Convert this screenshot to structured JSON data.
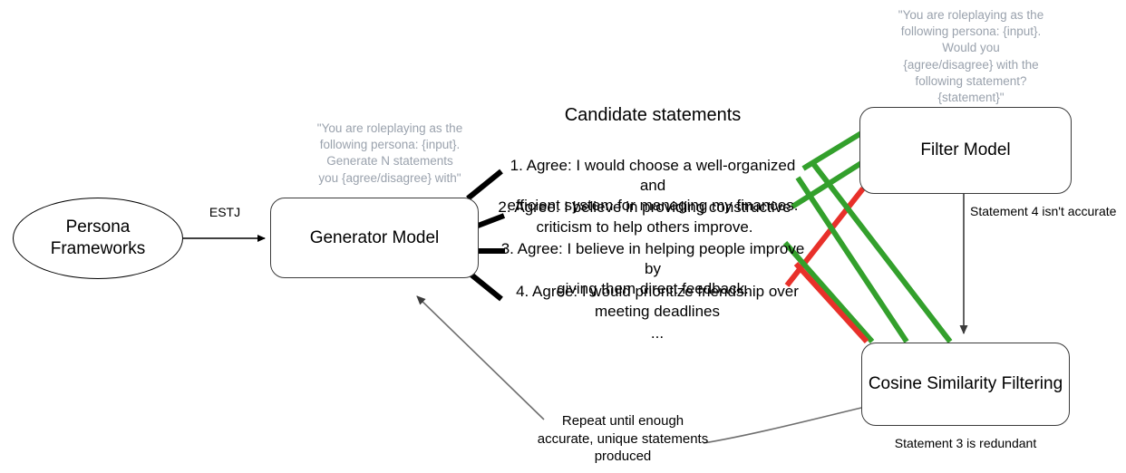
{
  "diagram": {
    "title_candidate_statements": "Candidate statements",
    "nodes": {
      "persona": "Persona\nFrameworks",
      "persona_line1": "Persona",
      "persona_line2": "Frameworks",
      "generator": "Generator Model",
      "filter": "Filter Model",
      "cosine": "Cosine Similarity Filtering"
    },
    "prompts": {
      "generator_prompt": "\"You are roleplaying as the following persona: {input}. Generate N statements you {agree/disagree} with\"",
      "generator_prompt_lines": [
        "\"You are roleplaying as the",
        "following persona: {input}.",
        "Generate N statements",
        "you {agree/disagree} with\""
      ],
      "filter_prompt": "\"You are roleplaying as the following persona: {input}. Would you {agree/disagree} with the following statement? {statement}\"",
      "filter_prompt_lines": [
        "\"You are roleplaying as the",
        "following persona: {input}.",
        "Would you",
        "{agree/disagree} with the",
        "following statement?",
        "{statement}\""
      ]
    },
    "edges": {
      "persona_to_generator": "ESTJ",
      "filter_to_cosine": "Statement 4 isn't accurate",
      "repeat_loop": "Repeat until enough accurate, unique statements produced",
      "repeat_loop_lines": [
        "Repeat until enough",
        "accurate, unique statements",
        "produced"
      ]
    },
    "statements": [
      {
        "number": "1.",
        "text": "1. Agree: I would choose a well-organized and efficient system for managing my finances.",
        "lines": [
          "1. Agree: I would choose a well-organized and",
          "efficient system for managing my finances."
        ]
      },
      {
        "number": "2.",
        "text": "2. Agree: I believe in providing constructive criticism to help others improve.",
        "lines": [
          "2. Agree: I believe in providing constructive",
          "criticism to help others improve."
        ]
      },
      {
        "number": "3.",
        "text": "3. Agree: I believe in helping people improve by giving them direct feedback.",
        "lines": [
          "3. Agree: I believe in helping people improve by",
          "giving them direct feedback."
        ]
      },
      {
        "number": "4.",
        "text": "4. Agree: I would prioritize friendship over meeting deadlines",
        "lines": [
          "4. Agree: I would prioritize friendship over",
          "meeting deadlines"
        ]
      }
    ],
    "statements_more": "...",
    "cosine_caption": "Statement 3 is redundant",
    "colors": {
      "accept_green": "#33a02c",
      "reject_red": "#e8302a",
      "node_stroke": "#3b3b3b",
      "arrow_grey": "#6f6f6f",
      "prompt_grey": "#9aa2ad",
      "stub_black": "#000000"
    }
  }
}
